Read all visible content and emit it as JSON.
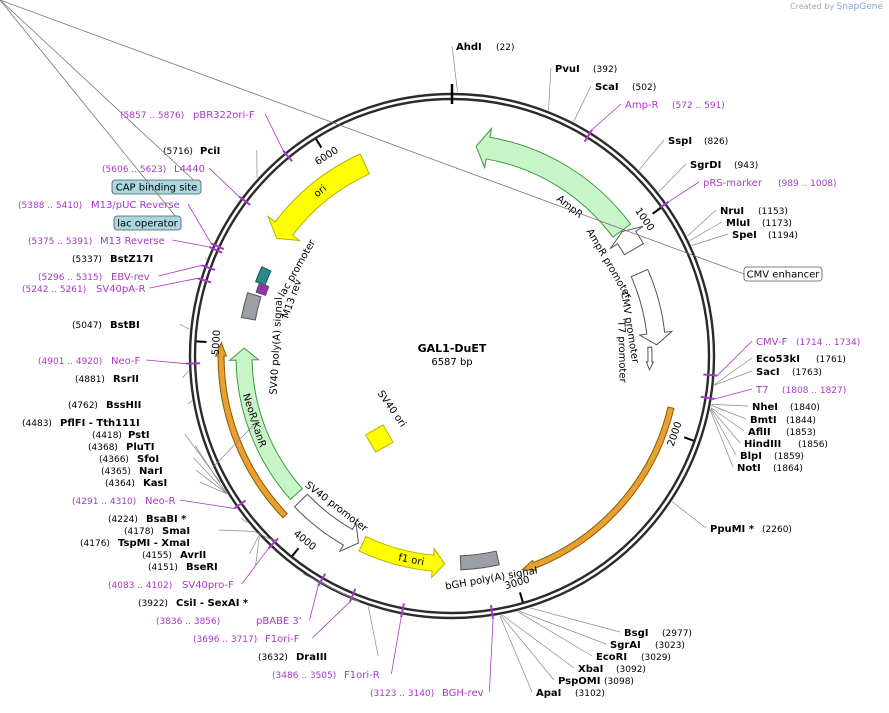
{
  "credit": {
    "prefix": "Created by",
    "brand": "SnapGene"
  },
  "map": {
    "name": "GAL1-DuET",
    "length_label": "6587 bp",
    "total_bp": 6587,
    "ticks": [
      1000,
      2000,
      3000,
      4000,
      5000,
      6000
    ]
  },
  "sites": [
    {
      "name": "AhdI",
      "pos": "(22)",
      "bp": 22
    },
    {
      "name": "PvuI",
      "pos": "(392)",
      "bp": 392
    },
    {
      "name": "ScaI",
      "pos": "(502)",
      "bp": 502
    },
    {
      "name": "SspI",
      "pos": "(826)",
      "bp": 826
    },
    {
      "name": "SgrDI",
      "pos": "(943)",
      "bp": 943
    },
    {
      "name": "NruI",
      "pos": "(1153)",
      "bp": 1153
    },
    {
      "name": "MluI",
      "pos": "(1173)",
      "bp": 1173
    },
    {
      "name": "SpeI",
      "pos": "(1194)",
      "bp": 1194
    },
    {
      "name": "Eco53kI",
      "pos": "(1761)",
      "bp": 1761
    },
    {
      "name": "SacI",
      "pos": "(1763)",
      "bp": 1763
    },
    {
      "name": "NheI",
      "pos": "(1840)",
      "bp": 1840
    },
    {
      "name": "BmtI",
      "pos": "(1844)",
      "bp": 1844
    },
    {
      "name": "AflII",
      "pos": "(1853)",
      "bp": 1853
    },
    {
      "name": "HindIII",
      "pos": "(1856)",
      "bp": 1856
    },
    {
      "name": "BlpI",
      "pos": "(1859)",
      "bp": 1859
    },
    {
      "name": "NotI",
      "pos": "(1864)",
      "bp": 1864
    },
    {
      "name": "PpuMI *",
      "pos": "(2260)",
      "bp": 2260
    },
    {
      "name": "BsgI",
      "pos": "(2977)",
      "bp": 2977
    },
    {
      "name": "SgrAI",
      "pos": "(3023)",
      "bp": 3023
    },
    {
      "name": "EcoRI",
      "pos": "(3029)",
      "bp": 3029
    },
    {
      "name": "XbaI",
      "pos": "(3092)",
      "bp": 3092
    },
    {
      "name": "PspOMI",
      "pos": "(3098)",
      "bp": 3098
    },
    {
      "name": "ApaI",
      "pos": "(3102)",
      "bp": 3102
    },
    {
      "name": "DraIII",
      "pos": "(3632)",
      "bp": 3632
    },
    {
      "name": "CsiI - SexAI *",
      "pos": "(3922)",
      "bp": 3922
    },
    {
      "name": "BseRI",
      "pos": "(4151)",
      "bp": 4151
    },
    {
      "name": "AvrII",
      "pos": "(4155)",
      "bp": 4155
    },
    {
      "name": "TspMI - XmaI",
      "pos": "(4176)",
      "bp": 4176
    },
    {
      "name": "SmaI",
      "pos": "(4178)",
      "bp": 4178
    },
    {
      "name": "BsaBI *",
      "pos": "(4224)",
      "bp": 4224
    },
    {
      "name": "KasI",
      "pos": "(4364)",
      "bp": 4364
    },
    {
      "name": "NarI",
      "pos": "(4365)",
      "bp": 4365
    },
    {
      "name": "SfoI",
      "pos": "(4366)",
      "bp": 4366
    },
    {
      "name": "PluTI",
      "pos": "(4368)",
      "bp": 4368
    },
    {
      "name": "PstI",
      "pos": "(4418)",
      "bp": 4418
    },
    {
      "name": "PflFI - Tth111I",
      "pos": "(4483)",
      "bp": 4483
    },
    {
      "name": "BssHII",
      "pos": "(4762)",
      "bp": 4762
    },
    {
      "name": "RsrII",
      "pos": "(4881)",
      "bp": 4881
    },
    {
      "name": "BstBI",
      "pos": "(5047)",
      "bp": 5047
    },
    {
      "name": "BstZ17I",
      "pos": "(5337)",
      "bp": 5337
    },
    {
      "name": "PciI",
      "pos": "(5716)",
      "bp": 5716
    }
  ],
  "primers": [
    {
      "name": "Amp-R",
      "pos": "(572 .. 591)",
      "bp": 581
    },
    {
      "name": "pRS-marker",
      "pos": "(989 .. 1008)",
      "bp": 998
    },
    {
      "name": "CMV-F",
      "pos": "(1714 .. 1734)",
      "bp": 1724
    },
    {
      "name": "T7",
      "pos": "(1808 .. 1827)",
      "bp": 1817
    },
    {
      "name": "BGH-rev",
      "pos": "(3123 .. 3140)",
      "bp": 3131
    },
    {
      "name": "F1ori-R",
      "pos": "(3486 .. 3505)",
      "bp": 3495
    },
    {
      "name": "F1ori-F",
      "pos": "(3696 .. 3717)",
      "bp": 3706
    },
    {
      "name": "pBABE 3'",
      "pos": "(3836 .. 3856)",
      "bp": 3846
    },
    {
      "name": "SV40pro-F",
      "pos": "(4083 .. 4102)",
      "bp": 4092
    },
    {
      "name": "Neo-R",
      "pos": "(4291 .. 4310)",
      "bp": 4300
    },
    {
      "name": "Neo-F",
      "pos": "(4901 .. 4920)",
      "bp": 4910
    },
    {
      "name": "SV40pA-R",
      "pos": "(5242 .. 5261)",
      "bp": 5251
    },
    {
      "name": "EBV-rev",
      "pos": "(5296 .. 5315)",
      "bp": 5305
    },
    {
      "name": "M13 Reverse",
      "pos": "(5375 .. 5391)",
      "bp": 5383
    },
    {
      "name": "M13/pUC Reverse",
      "pos": "(5388 .. 5410)",
      "bp": 5399
    },
    {
      "name": "L4440",
      "pos": "(5606 .. 5623)",
      "bp": 5614
    },
    {
      "name": "pBR322ori-F",
      "pos": "(5857 .. 5876)",
      "bp": 5866
    }
  ],
  "boxed_features": [
    {
      "name": "CMV enhancer"
    },
    {
      "name": "CAP binding site"
    },
    {
      "name": "lac operator"
    }
  ],
  "feature_labels": {
    "ampr": "AmpR",
    "ampr_promoter": "AmpR promoter",
    "ori": "ori",
    "cmv_promoter": "CMV promoter",
    "t7_promoter": "T7 promoter",
    "bgh": "bGH poly(A) signal",
    "f1ori": "f1 ori",
    "sv40_promoter": "SV40 promoter",
    "sv40_ori": "SV40 ori",
    "neor": "NeoR/KanR",
    "sv40_pa": "SV40 poly(A) signal",
    "lac_promoter": "lac promoter",
    "m13_rev": "M13 rev"
  },
  "colors": {
    "backbone": "#2b2b2b",
    "primer": "#a838c8",
    "ampr_fill": "#c8f5c8",
    "ori_fill": "#ffff00",
    "orf_orange": "#e8a030",
    "boxed_fill": "#a9d8e0"
  }
}
